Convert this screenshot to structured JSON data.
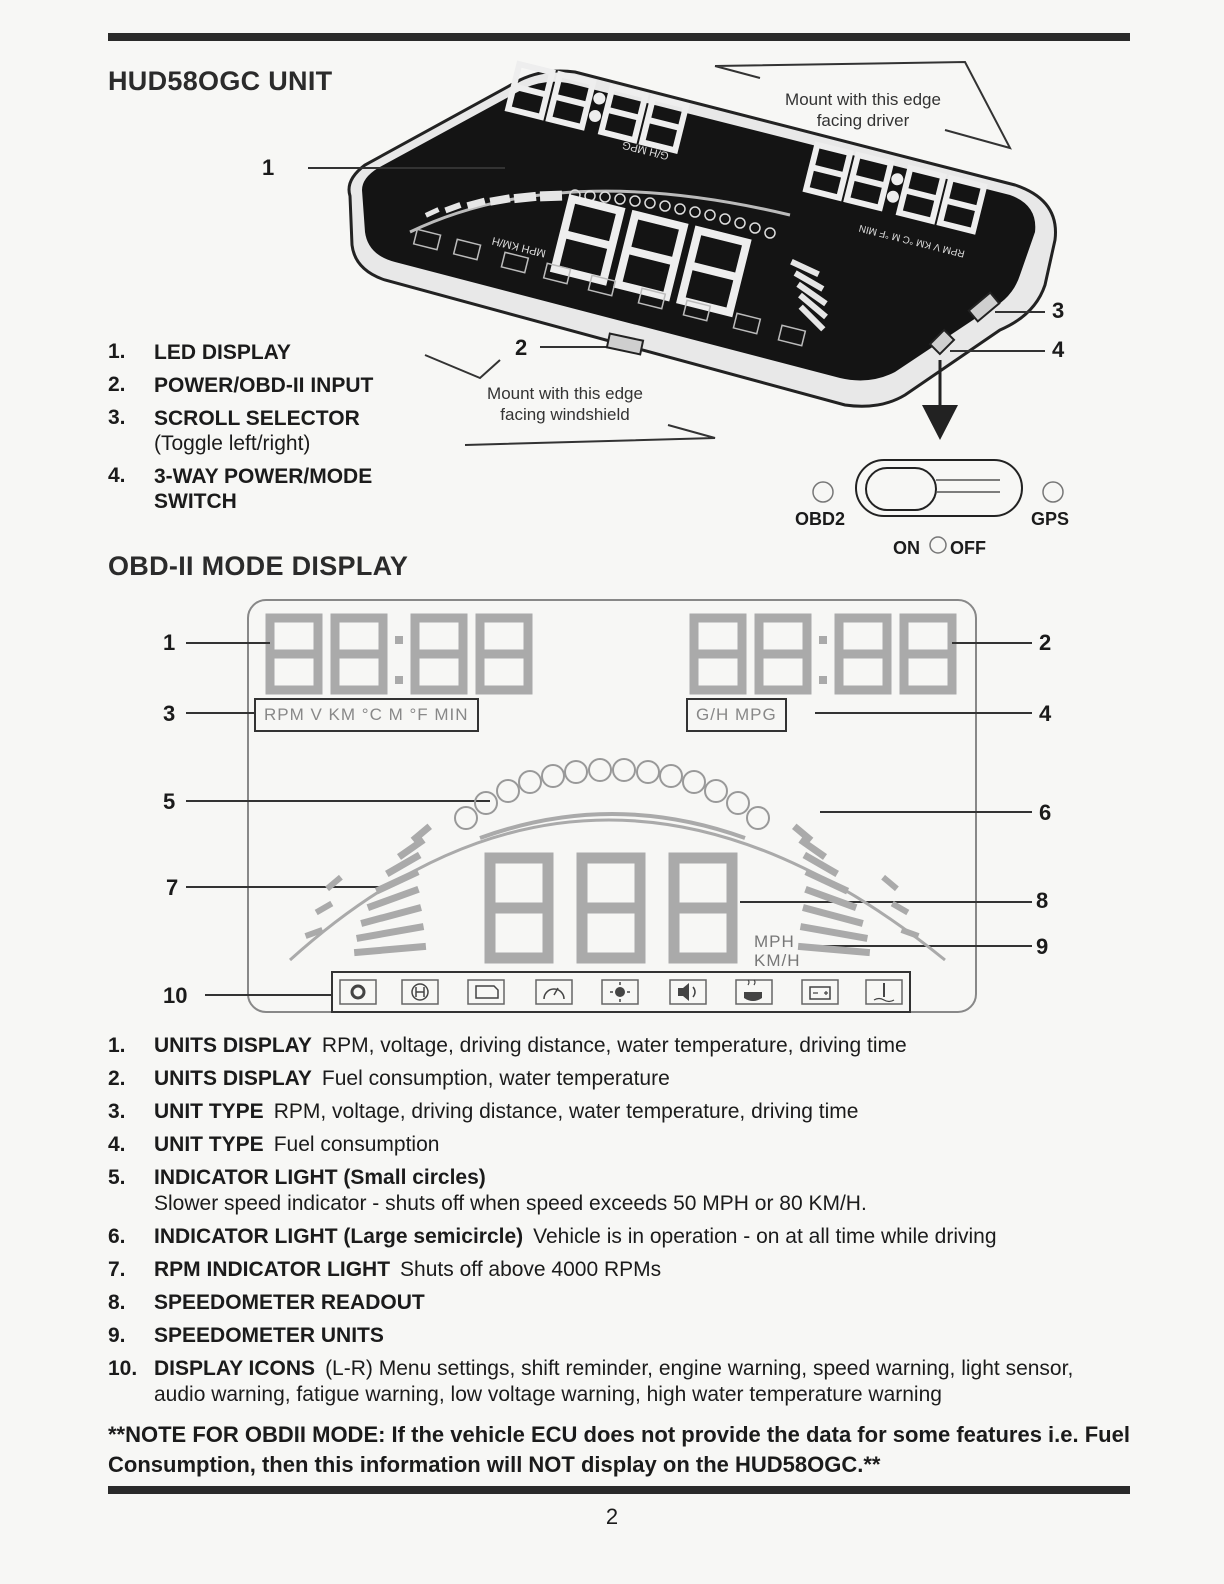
{
  "section1": {
    "title": "HUD58OGC UNIT",
    "parts": [
      {
        "num": "1.",
        "label": "LED DISPLAY",
        "sub": ""
      },
      {
        "num": "2.",
        "label": "POWER/OBD-II INPUT",
        "sub": ""
      },
      {
        "num": "3.",
        "label": "SCROLL SELECTOR",
        "sub": "(Toggle left/right)"
      },
      {
        "num": "4.",
        "label": "3-WAY POWER/MODE SWITCH",
        "sub": ""
      }
    ],
    "callout_driver": "Mount with this edge facing driver",
    "callout_windshield": "Mount with this edge facing windshield",
    "callout_numbers": [
      "1",
      "2",
      "3",
      "4"
    ],
    "device_digits": {
      "left": "88:88",
      "right": "88:88",
      "speed": "888"
    },
    "device_units_left": "G/H MPG",
    "device_units_right": "RPM V KM °C M °F MIN",
    "device_speed_units": "MPH KM/H",
    "switch": {
      "left": "OBD2",
      "right": "GPS",
      "on": "ON",
      "off": "OFF"
    }
  },
  "section2": {
    "title": "OBD-II MODE DISPLAY",
    "callout_numbers": [
      "1",
      "2",
      "3",
      "4",
      "5",
      "6",
      "7",
      "8",
      "9",
      "10"
    ],
    "units_left": "RPM  V  KM °C  M  °F  MIN",
    "units_right": "G/H  MPG",
    "speed_units": {
      "top": "MPH",
      "bottom": "KM/H"
    },
    "icons": [
      "gear-icon",
      "shift-icon",
      "engine-icon",
      "speed-warning-icon",
      "light-sensor-icon",
      "audio-icon",
      "fatigue-icon",
      "battery-icon",
      "water-temp-icon"
    ]
  },
  "legend": [
    {
      "num": "1.",
      "term": "UNITS DISPLAY",
      "desc": "RPM, voltage, driving distance, water temperature, driving time"
    },
    {
      "num": "2.",
      "term": "UNITS DISPLAY",
      "desc": "Fuel consumption, water temperature"
    },
    {
      "num": "3.",
      "term": "UNIT TYPE",
      "desc": "RPM, voltage, driving distance, water temperature, driving time"
    },
    {
      "num": "4.",
      "term": "UNIT TYPE",
      "desc": "Fuel consumption"
    },
    {
      "num": "5.",
      "term": "INDICATOR LIGHT (Small circles)",
      "desc": "Slower speed indicator - shuts off when speed exceeds 50 MPH or 80 KM/H."
    },
    {
      "num": "6.",
      "term": "INDICATOR LIGHT (Large semicircle)",
      "desc": "Vehicle is in operation - on at all time while driving"
    },
    {
      "num": "7.",
      "term": "RPM INDICATOR LIGHT",
      "desc": "Shuts off above 4000 RPMs"
    },
    {
      "num": "8.",
      "term": "SPEEDOMETER READOUT",
      "desc": ""
    },
    {
      "num": "9.",
      "term": "SPEEDOMETER UNITS",
      "desc": ""
    },
    {
      "num": "10.",
      "term": "DISPLAY ICONS",
      "desc": "(L-R) Menu settings, shift reminder, engine warning, speed warning, light sensor, audio warning, fatigue warning, low voltage warning, high water temperature warning"
    }
  ],
  "note": "**NOTE FOR OBDII MODE: If the vehicle ECU does not provide the data for some features i.e. Fuel Consumption, then this information will NOT display on the HUD58OGC.**",
  "page_number": "2"
}
